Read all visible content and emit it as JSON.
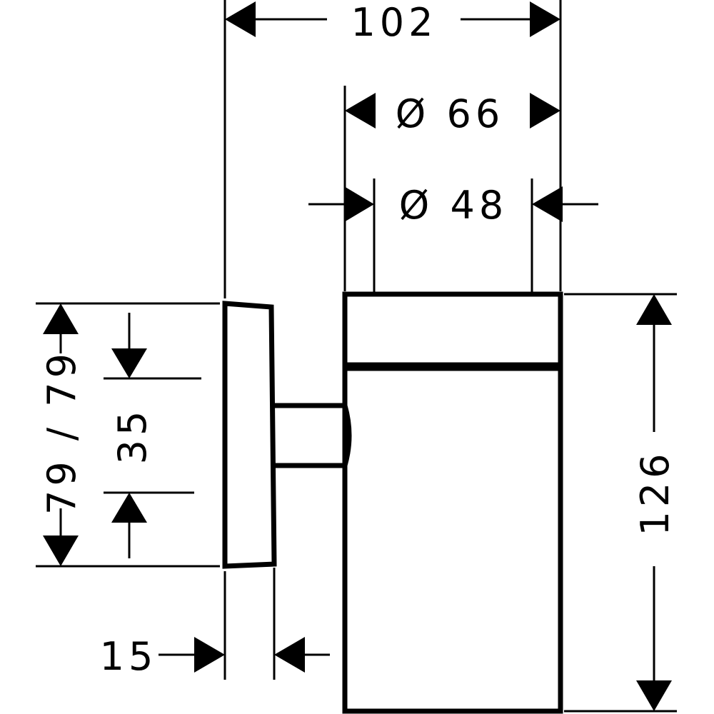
{
  "drawing": {
    "type": "technical dimension drawing",
    "line_color": "#000000",
    "background_color": "#ffffff"
  },
  "dimensions": {
    "overall_depth": "102",
    "outer_diameter": "Ø 66",
    "inner_diameter": "Ø 48",
    "height": "126",
    "rosette_height": "79 / 79",
    "mount_offset": "35",
    "rosette_depth": "15"
  }
}
